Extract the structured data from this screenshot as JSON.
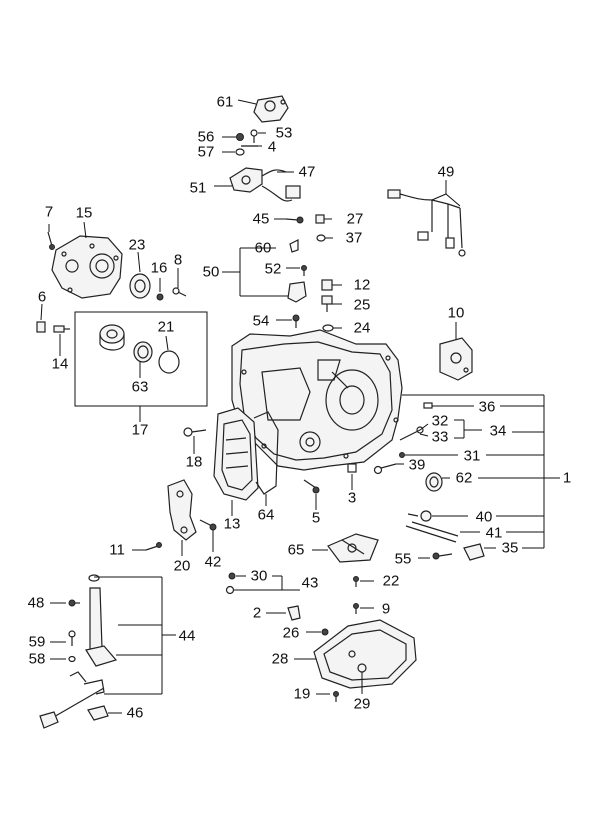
{
  "diagram": {
    "labels": {
      "p61": "61",
      "p56": "56",
      "p53": "53",
      "p57": "57",
      "p4": "4",
      "p47": "47",
      "p51": "51",
      "p49": "49",
      "p7": "7",
      "p15": "15",
      "p45": "45",
      "p27": "27",
      "p37": "37",
      "p23": "23",
      "p16": "16",
      "p8": "8",
      "p60": "60",
      "p50": "50",
      "p52": "52",
      "p12": "12",
      "p25": "25",
      "p10": "10",
      "p6": "6",
      "p14": "14",
      "p21": "21",
      "p63": "63",
      "p54": "54",
      "p24": "24",
      "p17": "17",
      "p36": "36",
      "p32": "32",
      "p33": "33",
      "p34": "34",
      "p18": "18",
      "p31": "31",
      "p39": "39",
      "p62": "62",
      "p1": "1",
      "p3": "3",
      "p64": "64",
      "p5": "5",
      "p13": "13",
      "p40": "40",
      "p41": "41",
      "p35": "35",
      "p11": "11",
      "p20": "20",
      "p42": "42",
      "p65": "65",
      "p55": "55",
      "p30": "30",
      "p43": "43",
      "p22": "22",
      "p48": "48",
      "p2": "2",
      "p9": "9",
      "p26": "26",
      "p44": "44",
      "p59": "59",
      "p58": "58",
      "p28": "28",
      "p19": "19",
      "p29": "29",
      "p46": "46"
    }
  }
}
